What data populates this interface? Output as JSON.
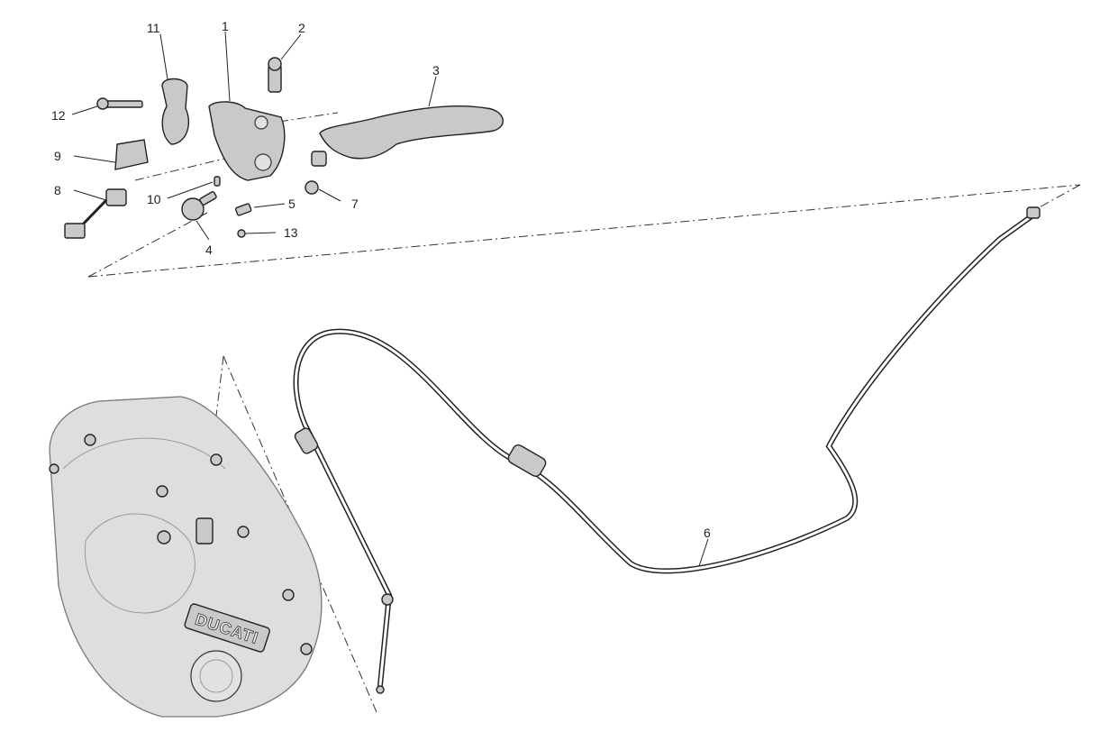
{
  "callouts": {
    "c1": "1",
    "c2": "2",
    "c3": "3",
    "c4": "4",
    "c5": "5",
    "c6": "6",
    "c7": "7",
    "c8": "8",
    "c9": "9",
    "c10": "10",
    "c11": "11",
    "c12": "12",
    "c13": "13"
  },
  "cover_logo": "DUCATI"
}
